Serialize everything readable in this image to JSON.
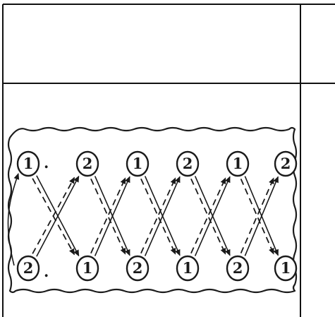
{
  "diagram": {
    "top_row": [
      "1",
      "2",
      "1",
      "2",
      "1",
      "2"
    ],
    "bottom_row": [
      "2",
      "1",
      "2",
      "1",
      "2",
      "1"
    ],
    "punctuation": "."
  },
  "colors": {
    "ink": "#1a1a1a",
    "paper": "#ffffff"
  }
}
